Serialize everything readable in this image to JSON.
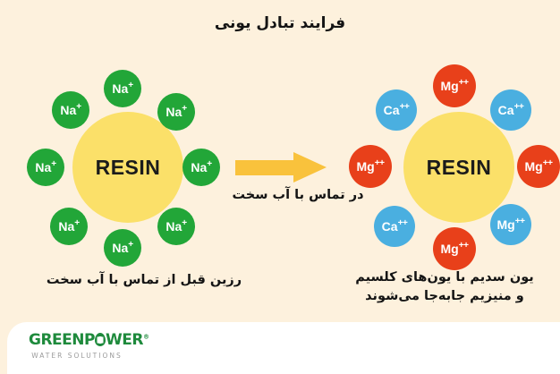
{
  "page": {
    "title": "فرایند تبادل یونی",
    "background_color": "#fdf1dd"
  },
  "left_cluster": {
    "center_label": "RESIN",
    "center_color": "#fbe069",
    "caption": "رزین قبل از تماس با آب سخت",
    "ions": [
      {
        "symbol": "Na",
        "charge": "+",
        "color": "#22a638",
        "position": "top"
      },
      {
        "symbol": "Na",
        "charge": "+",
        "color": "#22a638",
        "position": "top-left"
      },
      {
        "symbol": "Na",
        "charge": "+",
        "color": "#22a638",
        "position": "top-right"
      },
      {
        "symbol": "Na",
        "charge": "+",
        "color": "#22a638",
        "position": "left"
      },
      {
        "symbol": "Na",
        "charge": "+",
        "color": "#22a638",
        "position": "right"
      },
      {
        "symbol": "Na",
        "charge": "+",
        "color": "#22a638",
        "position": "bottom-left"
      },
      {
        "symbol": "Na",
        "charge": "+",
        "color": "#22a638",
        "position": "bottom-right"
      },
      {
        "symbol": "Na",
        "charge": "+",
        "color": "#22a638",
        "position": "bottom"
      }
    ]
  },
  "right_cluster": {
    "center_label": "RESIN",
    "center_color": "#fbe069",
    "caption_line1": "یون سدیم با یون‌های کلسیم",
    "caption_line2": "و منیزیم جابه‌جا می‌شوند",
    "ions": [
      {
        "symbol": "Mg",
        "charge": "++",
        "color": "#e8401a",
        "position": "top"
      },
      {
        "symbol": "Ca",
        "charge": "++",
        "color": "#4aafe0",
        "position": "top-left"
      },
      {
        "symbol": "Ca",
        "charge": "++",
        "color": "#4aafe0",
        "position": "top-right"
      },
      {
        "symbol": "Mg",
        "charge": "++",
        "color": "#e8401a",
        "position": "left"
      },
      {
        "symbol": "Mg",
        "charge": "++",
        "color": "#e8401a",
        "position": "right"
      },
      {
        "symbol": "Ca",
        "charge": "++",
        "color": "#4aafe0",
        "position": "bottom-left"
      },
      {
        "symbol": "Mg",
        "charge": "++",
        "color": "#4aafe0",
        "position": "bottom-right"
      },
      {
        "symbol": "Mg",
        "charge": "++",
        "color": "#e8401a",
        "position": "bottom"
      }
    ]
  },
  "arrow": {
    "caption": "در تماس با آب سخت",
    "color": "#f9c23c",
    "direction": "right"
  },
  "footer": {
    "logo_part1": "GREENP",
    "logo_part2": "WER",
    "logo_registered": "®",
    "logo_subtitle": "WATER SOLUTIONS",
    "logo_color": "#1e8a3c",
    "panel_color": "#ffffff"
  }
}
